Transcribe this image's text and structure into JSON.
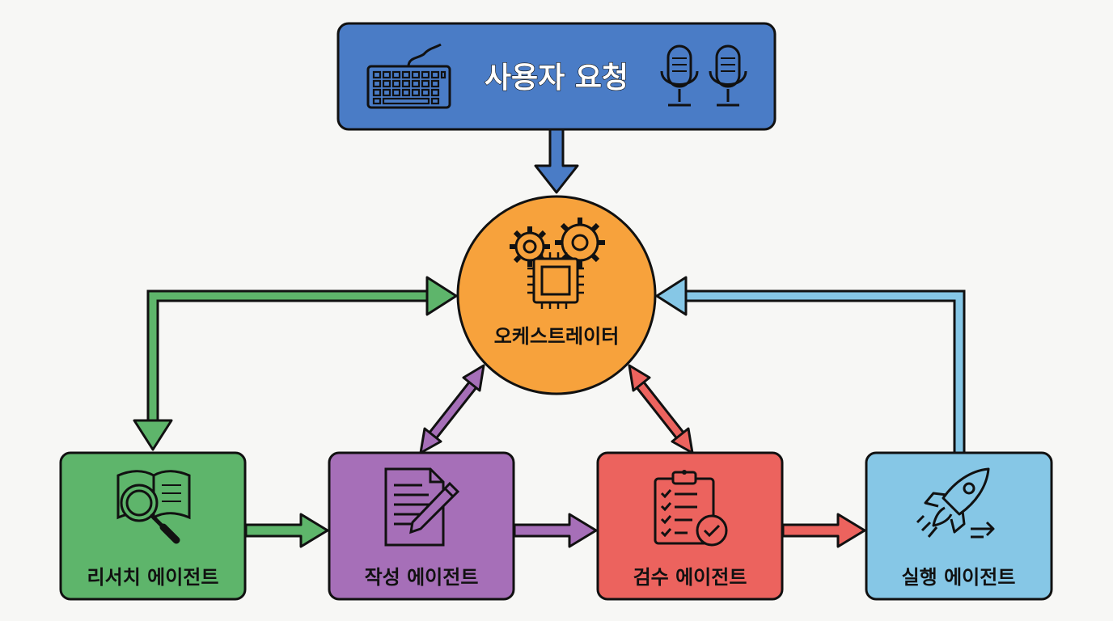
{
  "diagram": {
    "colors": {
      "background": "#f7f7f5",
      "user_request": "#4a7cc6",
      "orchestrator": "#f7a23c",
      "research": "#5eb56b",
      "writing": "#a66fb8",
      "review": "#ec635e",
      "execution": "#86c7e6",
      "outline": "#111111"
    },
    "nodes": {
      "user_request": {
        "label": "사용자 요청",
        "icons": [
          "keyboard-icon",
          "microphone-icon",
          "microphone-icon"
        ]
      },
      "orchestrator": {
        "label": "오케스트레이터",
        "icons": [
          "gears-icon",
          "cpu-chip-icon"
        ]
      },
      "research": {
        "label": "리서치 에이전트",
        "icon": "book-magnifier-icon"
      },
      "writing": {
        "label": "작성 에이전트",
        "icon": "document-pen-icon"
      },
      "review": {
        "label": "검수 에이전트",
        "icon": "clipboard-check-icon"
      },
      "execution": {
        "label": "실행 에이전트",
        "icon": "rocket-icon"
      }
    },
    "edges": [
      {
        "from": "user_request",
        "to": "orchestrator",
        "style": "one-way",
        "color": "#4a7cc6"
      },
      {
        "from": "orchestrator",
        "to": "research",
        "style": "two-way",
        "color": "#5eb56b"
      },
      {
        "from": "orchestrator",
        "to": "writing",
        "style": "two-way",
        "color": "#a66fb8"
      },
      {
        "from": "orchestrator",
        "to": "review",
        "style": "two-way",
        "color": "#ec635e"
      },
      {
        "from": "execution",
        "to": "orchestrator",
        "style": "one-way",
        "color": "#86c7e6"
      },
      {
        "from": "research",
        "to": "writing",
        "style": "one-way",
        "color": "#5eb56b"
      },
      {
        "from": "writing",
        "to": "review",
        "style": "one-way",
        "color": "#a66fb8"
      },
      {
        "from": "review",
        "to": "execution",
        "style": "one-way",
        "color": "#ec635e"
      }
    ]
  }
}
